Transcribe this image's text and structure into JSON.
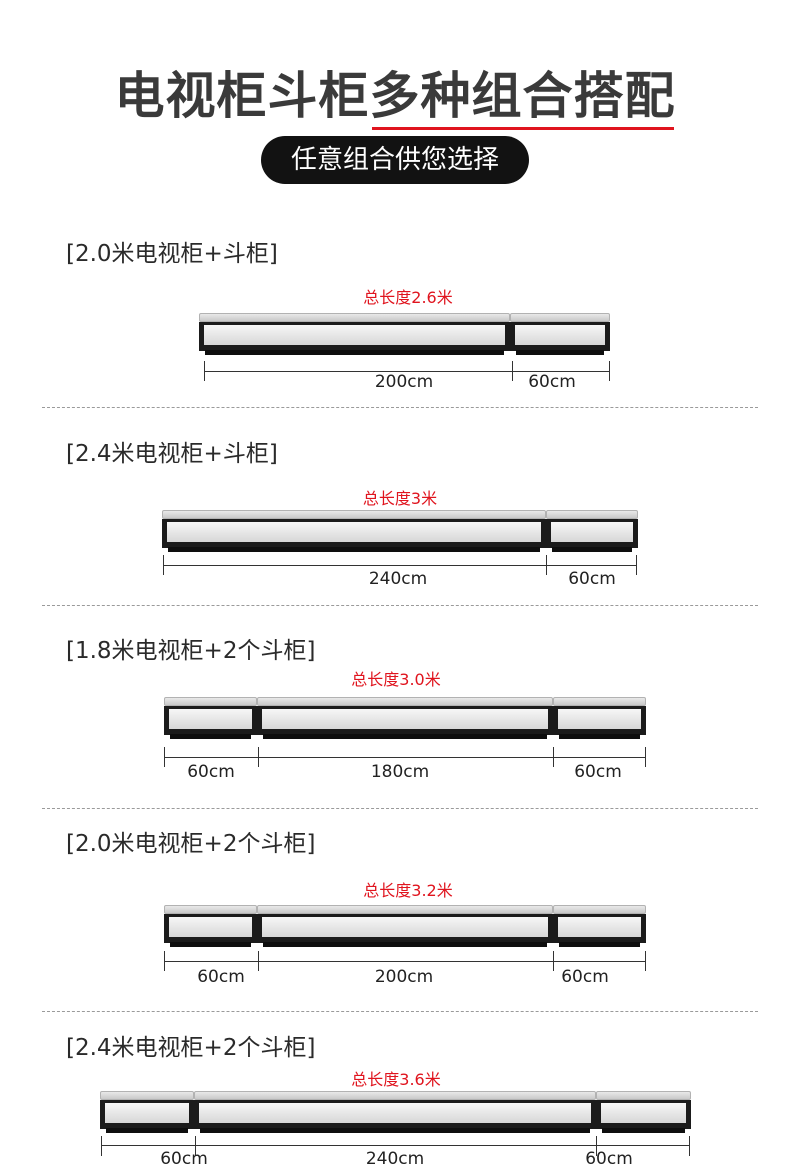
{
  "header": {
    "title_part1": "电视柜斗柜",
    "title_part2": "多种组合搭配",
    "subtitle": "任意组合供您选择"
  },
  "sections": [
    {
      "label": "[2.0米电视柜+斗柜]",
      "total": "总长度2.6米",
      "segments": [
        {
          "type": "tv",
          "dim": "200cm"
        },
        {
          "type": "chest",
          "dim": "60cm"
        }
      ]
    },
    {
      "label": "[2.4米电视柜+斗柜]",
      "total": "总长度3米",
      "segments": [
        {
          "type": "tv",
          "dim": "240cm"
        },
        {
          "type": "chest",
          "dim": "60cm"
        }
      ]
    },
    {
      "label": "[1.8米电视柜+2个斗柜]",
      "total": "总长度3.0米",
      "segments": [
        {
          "type": "chest",
          "dim": "60cm"
        },
        {
          "type": "tv",
          "dim": "180cm"
        },
        {
          "type": "chest",
          "dim": "60cm"
        }
      ]
    },
    {
      "label": "[2.0米电视柜+2个斗柜]",
      "total": "总长度3.2米",
      "segments": [
        {
          "type": "chest",
          "dim": "60cm"
        },
        {
          "type": "tv",
          "dim": "200cm"
        },
        {
          "type": "chest",
          "dim": "60cm"
        }
      ]
    },
    {
      "label": "[2.4米电视柜+2个斗柜]",
      "total": "总长度3.6米",
      "segments": [
        {
          "type": "chest",
          "dim": "60cm"
        },
        {
          "type": "tv",
          "dim": "240cm"
        },
        {
          "type": "chest",
          "dim": "60cm"
        }
      ]
    }
  ],
  "colors": {
    "accent": "#e0141e",
    "pill_bg": "#121212",
    "cabinet_frame": "#1b1b1b"
  }
}
